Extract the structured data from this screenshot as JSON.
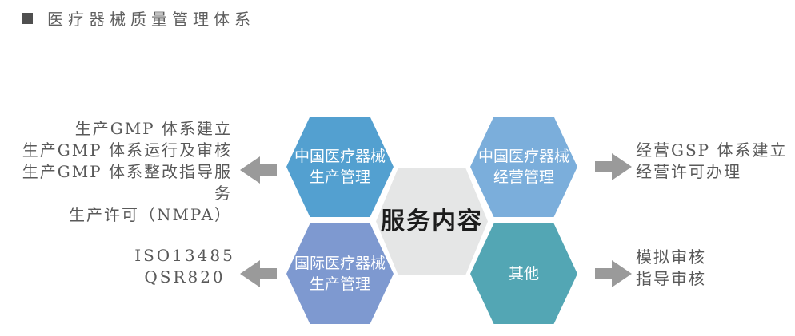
{
  "title": {
    "text": "医疗器械质量管理体系"
  },
  "center_hexagon": {
    "label": "服务内容",
    "color": "#E5E6E6",
    "text_color": "#1C1C1C"
  },
  "hexagons": {
    "top_left": {
      "lines": [
        "中国医疗器械",
        "生产管理"
      ],
      "color": "#53A0D0"
    },
    "top_right": {
      "lines": [
        "中国医疗器械",
        "经营管理"
      ],
      "color": "#7BAEDB"
    },
    "bottom_left": {
      "lines": [
        "国际医疗器械",
        "生产管理"
      ],
      "color": "#7E99D0"
    },
    "bottom_right": {
      "lines": [
        "其他"
      ],
      "color": "#53A6B4"
    }
  },
  "annotations": {
    "left_top": {
      "lines": [
        "生产GMP 体系建立",
        "生产GMP 体系运行及审核",
        "生产GMP 体系整改指导服务",
        "生产许可（NMPA）"
      ]
    },
    "left_bottom": {
      "lines": [
        "ISO13485",
        "QSR820"
      ]
    },
    "right_top": {
      "lines": [
        "经营GSP 体系建立",
        "经营许可办理"
      ]
    },
    "right_bottom": {
      "lines": [
        "模拟审核",
        "指导审核"
      ]
    }
  },
  "colors": {
    "arrow": "#9A9A9A",
    "note_text": "#595959",
    "title_text": "#5F5F5F",
    "title_bullet": "#4F4F4F",
    "hex_label_text": "#FFFFFF",
    "background": "#FFFFFF"
  }
}
